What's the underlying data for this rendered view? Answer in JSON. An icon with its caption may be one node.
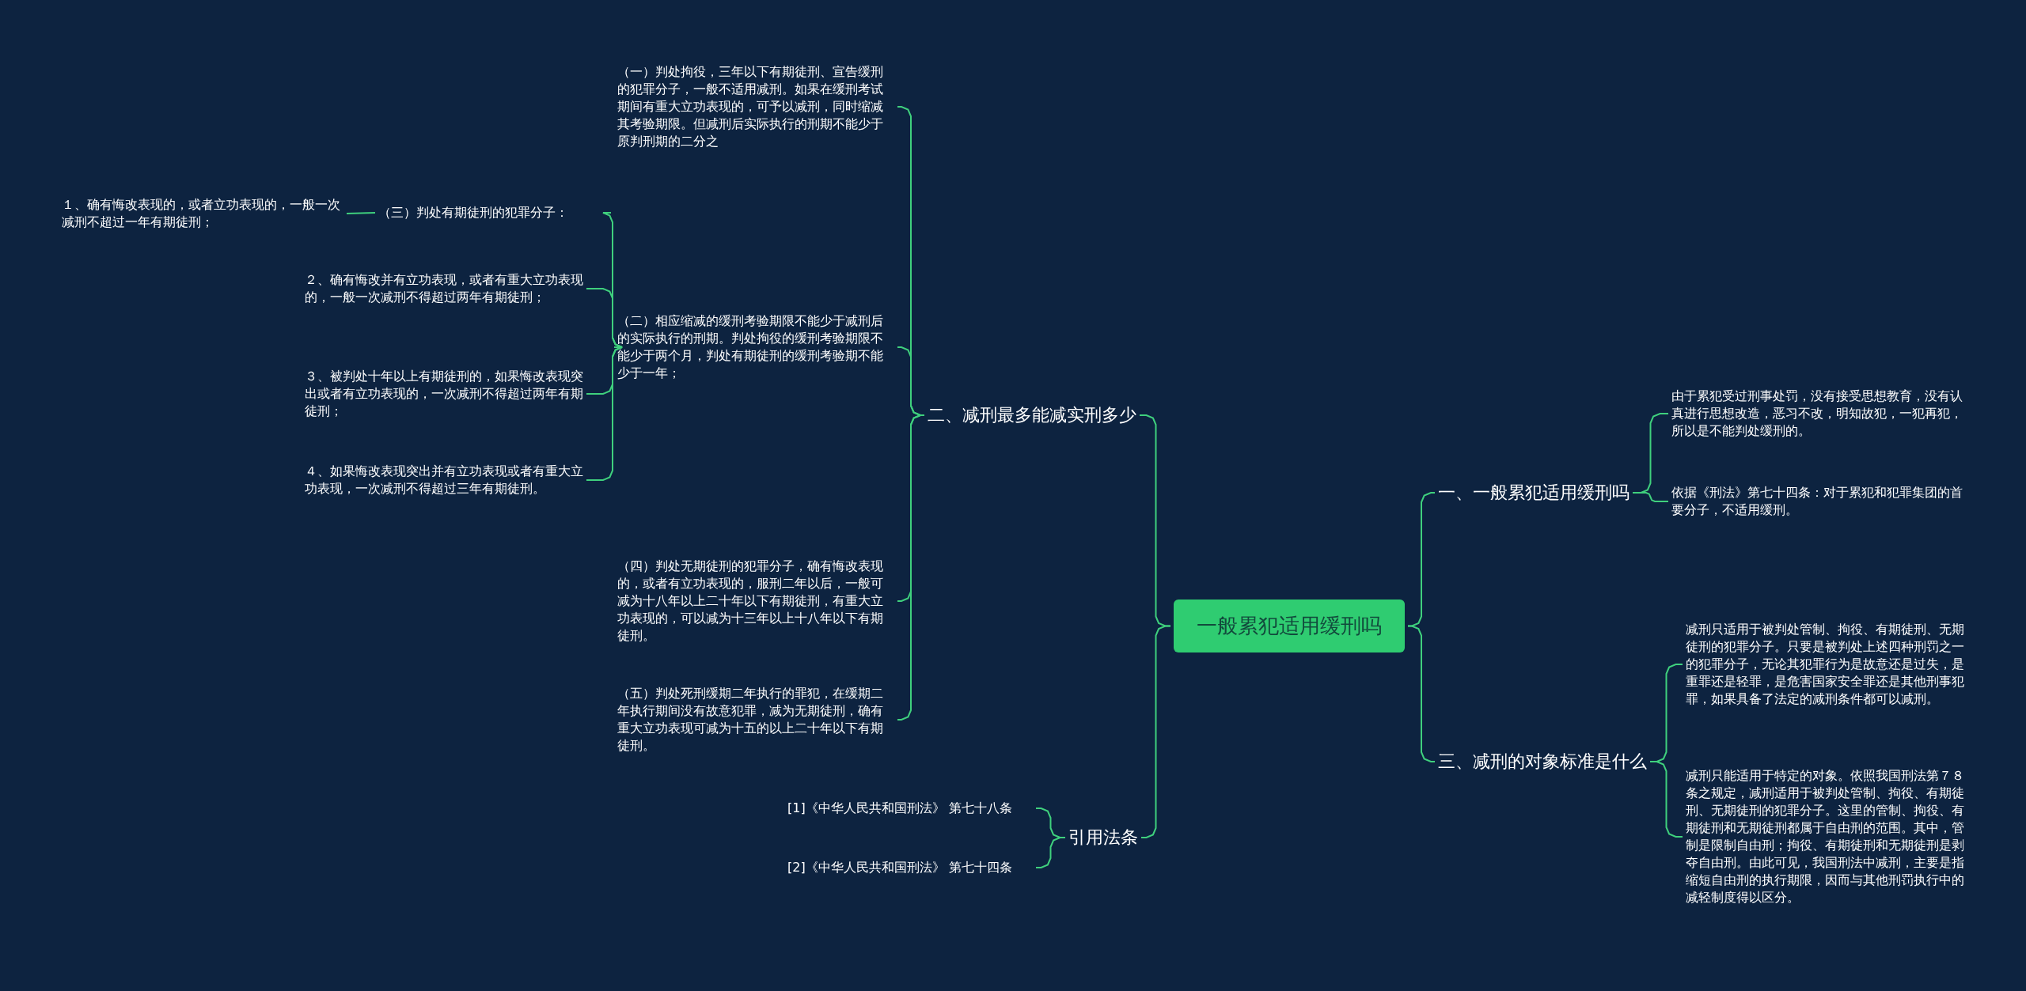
{
  "diagram": {
    "nodes": [
      {
        "text": [
          "一般累犯适用缓刑吗"
        ]
      },
      {
        "text": [
          "二、减刑最多能减实刑多少"
        ]
      },
      {
        "text": [
          "（一）判处拘役，三年以下有期徒刑、宣告缓刑的犯罪分子，一般不适用减刑。如果在缓刑考试期间有重大立功表现的，可予以减刑，同时缩减其考验期限。但减刑后实际执行的刑期不能少于原判刑期的二分之"
        ]
      },
      {
        "text": [
          "（二）相应缩减的缓刑考验期限不能少于减刑后的实际执行的刑期。判处拘役的缓刑考验期限不能少于两个月，判处有期徒刑的缓刑考验期不能少于一年；"
        ]
      },
      {
        "text": [
          "（三）判处有期徒刑的犯罪分子："
        ]
      },
      {
        "text": [
          "１、确有悔改表现的，或者立功表现的，一般一次减刑不超过一年有期徒刑；"
        ]
      },
      {
        "text": [
          "２、确有悔改并有立功表现，或者有重大立功表现的，一般一次减刑不得超过两年有期徒刑；"
        ]
      },
      {
        "text": [
          "３、被判处十年以上有期徒刑的，如果悔改表现突出或者有立功表现的，一次减刑不得超过两年有期徒刑；"
        ]
      },
      {
        "text": [
          "４、如果悔改表现突出并有立功表现或者有重大立功表现，一次减刑不得超过三年有期徒刑。"
        ]
      },
      {
        "text": [
          "（四）判处无期徒刑的犯罪分子，确有悔改表现的，或者有立功表现的，服刑二年以后，一般可减为十八年以上二十年以下有期徒刑，有重大立功表现的，可以减为十三年以上十八年以下有期徒刑。"
        ]
      },
      {
        "text": [
          "（五）判处死刑缓期二年执行的罪犯，在缓期二年执行期间没有故意犯罪，减为无期徒刑，确有重大立功表现可减为十五的以上二十年以下有期徒刑。"
        ]
      },
      {
        "text": [
          "引用法条"
        ]
      },
      {
        "text": [
          "[1]《中华人民共和国刑法》 第七十八条"
        ]
      },
      {
        "text": [
          "[2]《中华人民共和国刑法》 第七十四条"
        ]
      },
      {
        "text": [
          "一、一般累犯适用缓刑吗"
        ]
      },
      {
        "text": [
          "由于累犯受过刑事处罚，没有接受思想教育，没有认真进行思想改造，恶习不改，明知故犯，一犯再犯，所以是不能判处缓刑的。"
        ]
      },
      {
        "text": [
          "依据《刑法》第七十四条：对于累犯和犯罪集团的首要分子，不适用缓刑。"
        ]
      },
      {
        "text": [
          "三、减刑的对象标准是什么"
        ]
      },
      {
        "text": [
          "减刑只适用于被判处管制、拘役、有期徒刑、无期徒刑的犯罪分子。只要是被判处上述四种刑罚之一的犯罪分子，无论其犯罪行为是故意还是过失，是重罪还是轻罪，是危害国家安全罪还是其他刑事犯罪，如果具备了法定的减刑条件都可以减刑。"
        ]
      },
      {
        "text": [
          "减刑只能适用于特定的对象。依照我国刑法第７８条之规定，减刑适用于被判处管制、拘役、有期徒刑、无期徒刑的犯罪分子。这里的管制、拘役、有期徒刑和无期徒刑都属于自由刑的范围。其中，管制是限制自由刑；拘役、有期徒刑和无期徒刑是剥夺自由刑。由此可见，我国刑法中减刑，主要是指缩短自由刑的执行期限，因而与其他刑罚执行中的减轻制度得以区分。"
        ]
      }
    ],
    "edges": [
      {
        "from": 0,
        "to": 1,
        "arrow": "none"
      },
      {
        "from": 1,
        "to": 2,
        "arrow": "none"
      },
      {
        "from": 1,
        "to": 3,
        "arrow": "none"
      },
      {
        "from": 3,
        "to": 4,
        "arrow": "none"
      },
      {
        "from": 4,
        "to": 5,
        "arrow": "none"
      },
      {
        "from": 3,
        "to": 6,
        "arrow": "none"
      },
      {
        "from": 3,
        "to": 7,
        "arrow": "none"
      },
      {
        "from": 3,
        "to": 8,
        "arrow": "none"
      },
      {
        "from": 1,
        "to": 9,
        "arrow": "none"
      },
      {
        "from": 1,
        "to": 10,
        "arrow": "none"
      },
      {
        "from": 0,
        "to": 11,
        "arrow": "none"
      },
      {
        "from": 11,
        "to": 12,
        "arrow": "none"
      },
      {
        "from": 11,
        "to": 13,
        "arrow": "none"
      },
      {
        "from": 0,
        "to": 14,
        "arrow": "none"
      },
      {
        "from": 14,
        "to": 15,
        "arrow": "none"
      },
      {
        "from": 14,
        "to": 16,
        "arrow": "none"
      },
      {
        "from": 0,
        "to": 17,
        "arrow": "none"
      },
      {
        "from": 17,
        "to": 18,
        "arrow": "none"
      },
      {
        "from": 17,
        "to": 19,
        "arrow": "none"
      }
    ]
  }
}
